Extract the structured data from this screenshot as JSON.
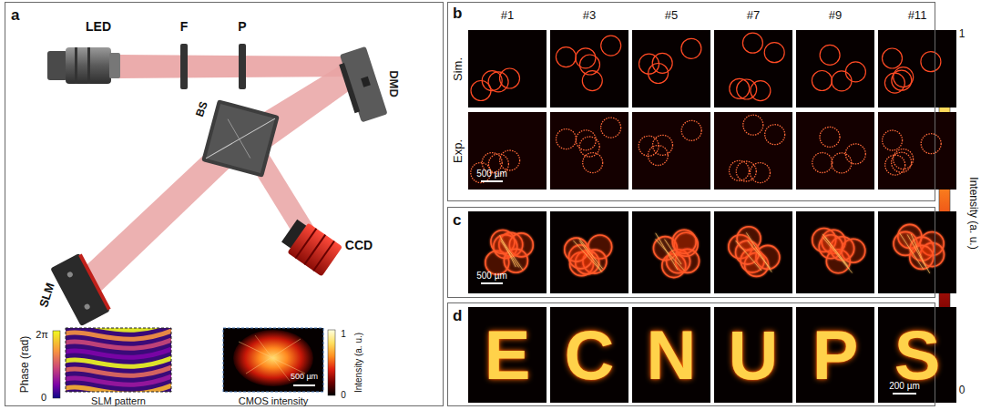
{
  "diagram": {
    "nodes": [
      {
        "text": [
          "a"
        ]
      },
      {
        "text": [
          "b"
        ]
      },
      {
        "text": [
          "c"
        ]
      },
      {
        "text": [
          "d"
        ]
      }
    ],
    "labels": [
      "LED",
      "F",
      "P",
      "DMD",
      "BS",
      "SLM",
      "CCD",
      "2π",
      "Phase (rad)",
      "0",
      "SLM pattern",
      "CMOS intensity",
      "1",
      "Intensity (a. u.)",
      "0",
      "500 µm",
      "#1",
      "#3",
      "#5",
      "#7",
      "#9",
      "#11",
      "Sim.",
      "Exp.",
      "500 µm",
      "500 µm",
      "E",
      "C",
      "N",
      "U",
      "P",
      "S",
      "200 µm",
      "1",
      "Intensity (a. u.)",
      "0"
    ]
  }
}
